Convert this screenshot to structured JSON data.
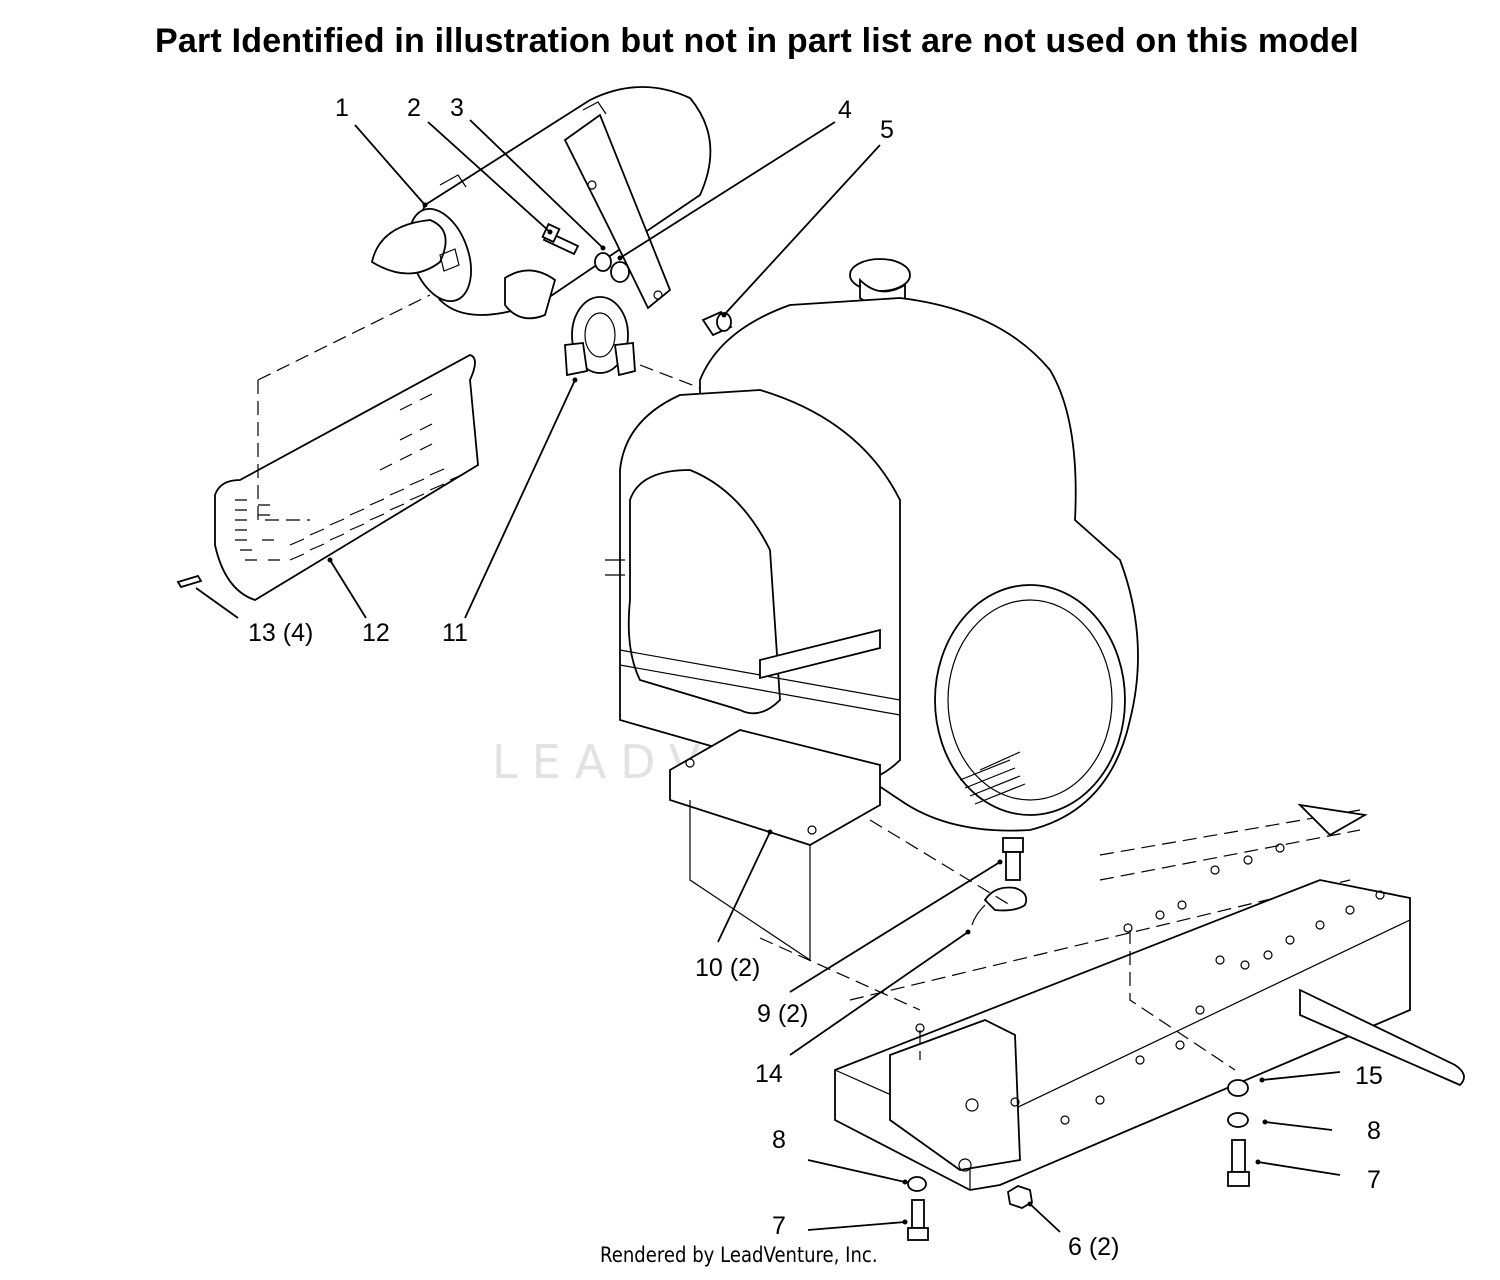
{
  "header": {
    "title": "Part Identified in illustration but not in part list are not used on this model"
  },
  "watermark": {
    "text": "LEADVENTURE"
  },
  "callouts": [
    {
      "id": "1",
      "label": "1"
    },
    {
      "id": "2",
      "label": "2"
    },
    {
      "id": "3",
      "label": "3"
    },
    {
      "id": "4",
      "label": "4"
    },
    {
      "id": "5",
      "label": "5"
    },
    {
      "id": "13",
      "label": "13 (4)"
    },
    {
      "id": "12",
      "label": "12"
    },
    {
      "id": "11",
      "label": "11"
    },
    {
      "id": "10",
      "label": "10 (2)"
    },
    {
      "id": "9",
      "label": "9 (2)"
    },
    {
      "id": "14",
      "label": "14"
    },
    {
      "id": "15",
      "label": "15"
    },
    {
      "id": "8r",
      "label": "8"
    },
    {
      "id": "7r",
      "label": "7"
    },
    {
      "id": "8l",
      "label": "8"
    },
    {
      "id": "7l",
      "label": "7"
    },
    {
      "id": "6",
      "label": "6 (2)"
    }
  ],
  "footer": {
    "text": "Rendered by LeadVenture, Inc."
  }
}
